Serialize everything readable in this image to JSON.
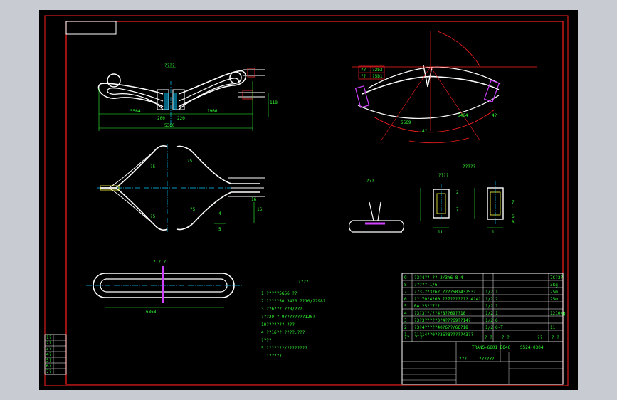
{
  "colors": {
    "frame": "#ff2020",
    "outline": "#ffffff",
    "center": "#00c8ff",
    "dim": "#33ff33",
    "accent": "#d040ff",
    "note": "#ffff40"
  },
  "views": {
    "top_title": "????",
    "top_dims": [
      "5564",
      "200",
      "1966",
      "5360",
      "220",
      "118"
    ],
    "plan_dims": [
      "?5",
      "?5",
      "?5",
      "?5",
      "16",
      "16"
    ],
    "bottom_dim": "6868",
    "bottom_label": "? ? ?",
    "fan_labels": [
      "5569",
      "5464",
      "4?",
      "4?"
    ],
    "fan_table": [
      [
        "??",
        "?2b3"
      ],
      [
        "??",
        "?5b1"
      ]
    ],
    "section_titles": [
      "???",
      "????",
      "?????"
    ],
    "section_dims": [
      "7",
      "8",
      "2",
      "6",
      "7",
      "11",
      "1"
    ]
  },
  "notes": {
    "title": "????",
    "lines": [
      "1.?????5G56 ??",
      "2.?????50 34?0 ??10/2298?",
      "3.??6??? ??8/???",
      "  ???20 ? 9????????120?",
      "  10??????? ???",
      "4.??16?? ????.???",
      "  ????",
      "5.???????/????????",
      "  ..1????7"
    ]
  },
  "bom": {
    "rows": [
      {
        "no": "9",
        "desc": "?3?4?? ?? 2/3h6  8-4",
        "qty": "",
        "mat": "",
        "note": ""
      },
      {
        "no": "8",
        "desc": "????? 1/6",
        "qty": "",
        "mat": "",
        "note": ""
      },
      {
        "no": "7",
        "desc": "?73-??3?6? ????50?43?53?",
        "qty": "1/2",
        "mat": "1",
        "note": ""
      },
      {
        "no": "6",
        "desc": "?? 70?4?60 ??7??????? 4?4?",
        "qty": "1/2",
        "mat": "2",
        "note": ""
      },
      {
        "no": "5",
        "desc": "BA.25??7??",
        "qty": "1/2",
        "mat": "1",
        "note": ""
      },
      {
        "no": "4",
        "desc": "?3?3??/??4?8??69??18",
        "qty": "1/2",
        "mat": "1",
        "note": ""
      },
      {
        "no": "3",
        "desc": "?3?3?????3?4???69??14?",
        "qty": "1/2",
        "mat": "6",
        "note": ""
      },
      {
        "no": "2",
        "desc": "?3?4?????40?6??/66?18",
        "qty": "1/2",
        "mat": "6-T",
        "note": ""
      },
      {
        "no": "1",
        "desc": "?1?14??0??36?8?????43??",
        "qty": "",
        "mat": "",
        "note": ""
      }
    ],
    "right_col": [
      "7C?37",
      "3kg",
      "25m",
      "25m",
      "",
      "1210kg",
      "",
      "11"
    ],
    "header": [
      "??",
      "? ?",
      "? ?",
      "? ?",
      "??",
      "? ?"
    ],
    "title_name": "TRANS-6601 BO46",
    "drawing_no": "S524-0304",
    "small_cells": [
      "???",
      "??????"
    ]
  },
  "revision_block": [
    "1?",
    "2?",
    "3?",
    "4?",
    "5?",
    "6?",
    "7?"
  ]
}
